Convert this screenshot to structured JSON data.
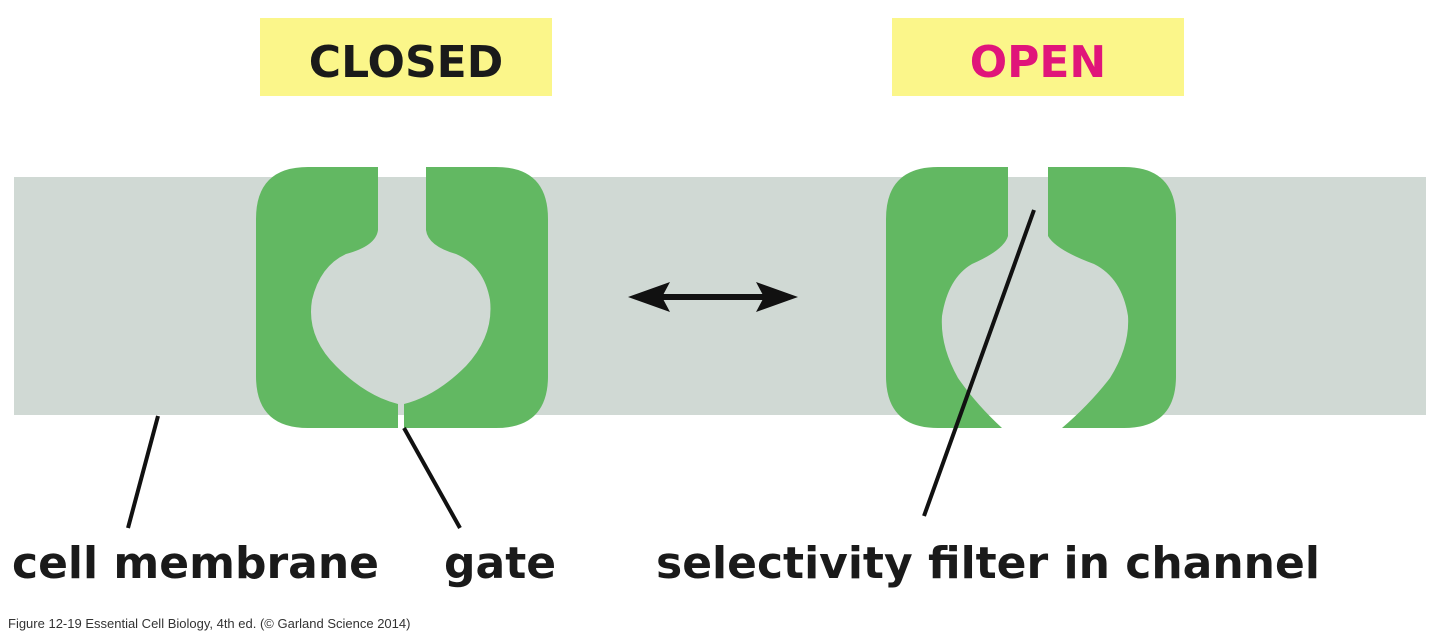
{
  "diagram": {
    "closed_label": "CLOSED",
    "open_label": "OPEN",
    "callouts": {
      "membrane": "cell membrane",
      "gate": "gate",
      "filter": "selectivity filter in channel"
    },
    "caption": "Figure 12-19  Essential Cell Biology, 4th ed. (© Garland Science 2014)"
  },
  "colors": {
    "label_bg": "#fbf68a",
    "closed_text": "#1a1a1a",
    "open_text": "#e0157a",
    "membrane": "#d0d9d4",
    "channel": "#62b862",
    "pore": "#ffffff",
    "line": "#111111"
  }
}
